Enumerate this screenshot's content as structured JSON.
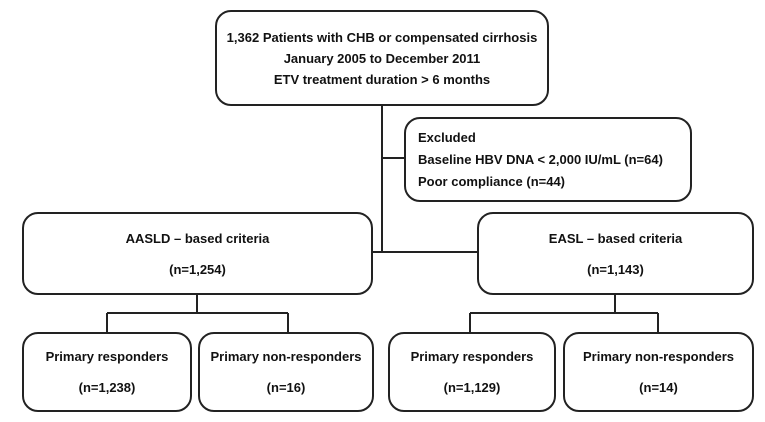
{
  "flowchart": {
    "root": {
      "lines": [
        "1,362 Patients with CHB or compensated cirrhosis",
        "January 2005 to December 2011",
        "ETV treatment duration > 6 months"
      ]
    },
    "excluded": {
      "title": "Excluded",
      "lines": [
        "Baseline HBV DNA < 2,000 IU/mL (n=64)",
        "Poor compliance (n=44)"
      ]
    },
    "aasld": {
      "label": "AASLD – based criteria",
      "count": "(n=1,254)"
    },
    "easl": {
      "label": "EASL – based criteria",
      "count": "(n=1,143)"
    },
    "aasld_responders": {
      "label": "Primary responders",
      "count": "(n=1,238)"
    },
    "aasld_non_responders": {
      "label": "Primary non-responders",
      "count": "(n=16)"
    },
    "easl_responders": {
      "label": "Primary responders",
      "count": "(n=1,129)"
    },
    "easl_non_responders": {
      "label": "Primary non-responders",
      "count": "(n=14)"
    }
  },
  "colors": {
    "line": "#222222",
    "text": "#111111",
    "background": "#ffffff"
  }
}
